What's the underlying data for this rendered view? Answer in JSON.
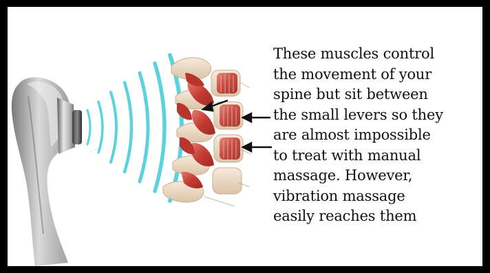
{
  "caption": {
    "text": "These muscles control\nthe movement of your\nspine but sit between\nthe small levers so they\nare almost impossible\nto treat with manual\nmassage.  However,\nvibration massage\neasily reaches them"
  },
  "colors": {
    "frame": "#000000",
    "background": "#ffffff",
    "waves": "#5ad3de",
    "muscle": "#c8493e",
    "bone": "#eedcc6",
    "massager": "#b9b9b9",
    "arrow": "#111111"
  },
  "illustration": {
    "device": "handheld-massager",
    "anatomy": "spine-vertebrae-with-muscles"
  }
}
